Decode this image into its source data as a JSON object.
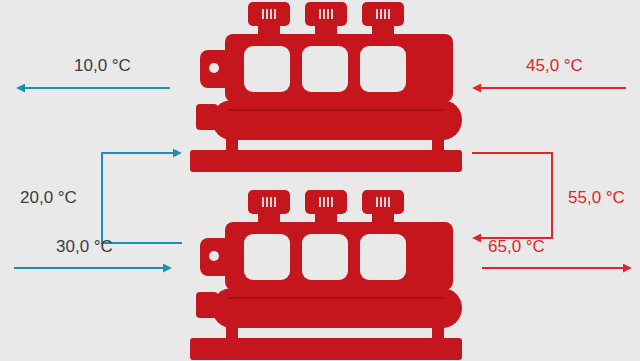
{
  "diagram": {
    "labels": [
      "10,0 °C",
      "45,0 °C",
      "20,0 °C",
      "55,0 °C",
      "30,0 °C",
      "65,0 °C"
    ]
  }
}
